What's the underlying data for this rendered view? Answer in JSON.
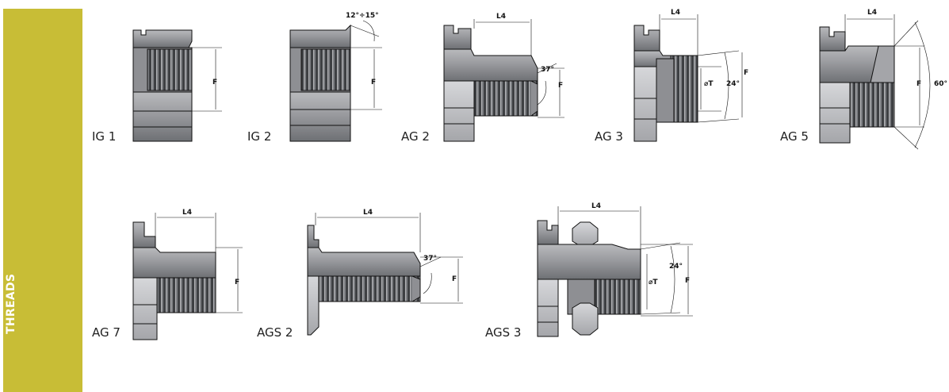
{
  "sidebar": {
    "label": "THREADS",
    "color": "#c8bd36"
  },
  "colors": {
    "steel": "#8f9094",
    "steel_dark": "#5e6064",
    "steel_light": "#c7c8cb",
    "outline": "#111111"
  },
  "fittings": [
    {
      "code": "IG 1",
      "labels": {
        "f": "F"
      }
    },
    {
      "code": "IG 2",
      "labels": {
        "f": "F",
        "angle": "12°÷15°"
      }
    },
    {
      "code": "AG 2",
      "labels": {
        "l4": "L4",
        "f": "F",
        "angle": "37°"
      }
    },
    {
      "code": "AG 3",
      "labels": {
        "l4": "L4",
        "f": "F",
        "t": "⌀T",
        "angle": "24°"
      }
    },
    {
      "code": "AG 5",
      "labels": {
        "l4": "L4",
        "f": "F",
        "angle": "60°"
      }
    },
    {
      "code": "AG 7",
      "labels": {
        "l4": "L4",
        "f": "F"
      }
    },
    {
      "code": "AGS 2",
      "labels": {
        "l4": "L4",
        "f": "F",
        "angle": "37°"
      }
    },
    {
      "code": "AGS 3",
      "labels": {
        "l4": "L4",
        "f": "F",
        "t": "⌀T",
        "angle": "24°"
      }
    }
  ]
}
